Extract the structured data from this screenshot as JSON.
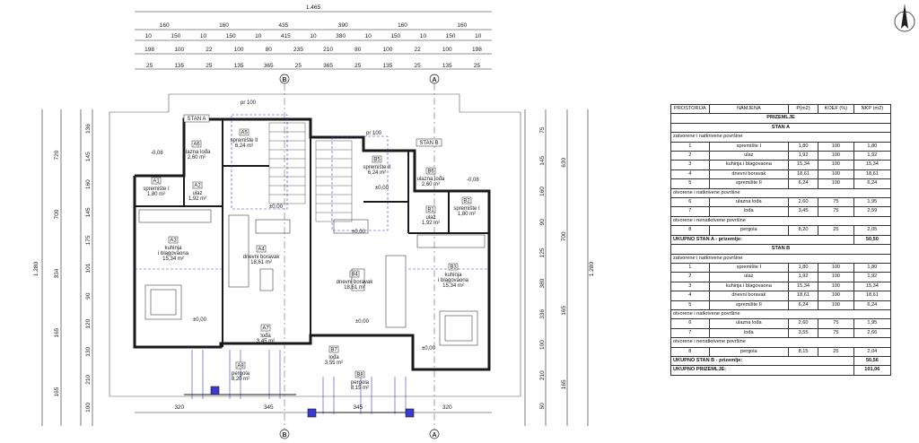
{
  "drawing": {
    "overall_width": "1.465",
    "overall_height": "1.280",
    "dim_row1": [
      "160",
      "160",
      "435",
      "390",
      "160",
      "160"
    ],
    "dim_row2": [
      "10",
      "150",
      "10",
      "150",
      "10",
      "415",
      "10",
      "380",
      "10",
      "150",
      "10",
      "150",
      "10"
    ],
    "dim_row3": [
      "198",
      "100",
      "22",
      "100",
      "80",
      "235",
      "210",
      "80",
      "100",
      "22",
      "100",
      "198"
    ],
    "dim_row4": [
      "25",
      "135",
      "25",
      "135",
      "365",
      "25",
      "365",
      "25",
      "135",
      "25",
      "135",
      "25"
    ],
    "bottom_dims": [
      "320",
      "345",
      "345",
      "320"
    ],
    "left_dims_outer": [
      "720",
      "700",
      "334",
      "165",
      "165"
    ],
    "left_dims_inner": [
      "136",
      "145",
      "160",
      "145",
      "175",
      "101",
      "90",
      "120",
      "130",
      "210",
      "100"
    ],
    "right_dims_outer": [
      "630",
      "700",
      "165",
      "165"
    ],
    "right_dims_inner": [
      "75",
      "145",
      "160",
      "90",
      "125",
      "380",
      "336",
      "100",
      "210",
      "50"
    ],
    "section_marks": [
      "B",
      "A",
      "B",
      "A"
    ],
    "stan_labels": [
      "STAN A",
      "STAN B"
    ],
    "rooms": [
      {
        "id": "A1",
        "name": "spremište I",
        "area": "1,80 m²"
      },
      {
        "id": "A2",
        "name": "ulaz",
        "area": "1,92 m²"
      },
      {
        "id": "A3",
        "name": "kuhinja i blagovaona",
        "area": "15,34 m²"
      },
      {
        "id": "A4",
        "name": "dnevni boravak",
        "area": "18,61 m²"
      },
      {
        "id": "A5",
        "name": "spremište II",
        "area": "6,24 m²"
      },
      {
        "id": "A6",
        "name": "ulazna lođa",
        "area": "2,60 m²"
      },
      {
        "id": "A7",
        "name": "lođa",
        "area": "3,45 m²"
      },
      {
        "id": "A8",
        "name": "pergola",
        "area": "8,20 m²"
      },
      {
        "id": "B1",
        "name": "ulaz",
        "area": "1,92 m²"
      },
      {
        "id": "B2",
        "name": "spremište I",
        "area": "1,80 m²"
      },
      {
        "id": "B3",
        "name": "kuhinja i blagovaona",
        "area": "15,34 m²"
      },
      {
        "id": "B4",
        "name": "dnevni boravak",
        "area": "18,61 m²"
      },
      {
        "id": "B5",
        "name": "spremište II",
        "area": "6,24 m²"
      },
      {
        "id": "B6",
        "name": "ulazna lođa",
        "area": "2,60 m²"
      },
      {
        "id": "B7",
        "name": "lođa",
        "area": "3,55 m²"
      },
      {
        "id": "B8",
        "name": "pergola",
        "area": "8,15 m²"
      }
    ],
    "levels": [
      "±0,00",
      "-0,08",
      "-0,08",
      "pr 100"
    ]
  },
  "table": {
    "headers": [
      "PROSTORIJA",
      "NAMJENA",
      "P(m2)",
      "KOEF (%)",
      "NKP (m2)"
    ],
    "floor_title": "PRIZEMLJE",
    "stan_a_title": "STAN A",
    "stan_b_title": "STAN B",
    "sub_closed": "zatvorene i natkrivene površine",
    "sub_open_covered": "otvorene i natkrivene površine",
    "sub_open_uncovered": "otvorene i nenatkrivene površine",
    "stan_a_closed": [
      [
        "1",
        "spremište I",
        "1,80",
        "100",
        "1,80"
      ],
      [
        "2",
        "ulaz",
        "1,92",
        "100",
        "1,92"
      ],
      [
        "3",
        "kuhinja i blagovaona",
        "15,34",
        "100",
        "15,34"
      ],
      [
        "4",
        "dnevni boravak",
        "18,61",
        "100",
        "18,61"
      ],
      [
        "5",
        "spremište II",
        "6,24",
        "100",
        "6,24"
      ]
    ],
    "stan_a_open": [
      [
        "6",
        "ulazna lođa",
        "2,60",
        "75",
        "1,95"
      ],
      [
        "7",
        "lođa",
        "3,45",
        "75",
        "2,59"
      ]
    ],
    "stan_a_uncovered": [
      [
        "8",
        "pergola",
        "8,20",
        "25",
        "2,05"
      ]
    ],
    "stan_a_total_label": "UKUPNO STAN A - prizemlje:",
    "stan_a_total": "50,50",
    "stan_b_closed": [
      [
        "1",
        "spremište I",
        "1,80",
        "100",
        "1,80"
      ],
      [
        "2",
        "ulaz",
        "1,92",
        "100",
        "1,92"
      ],
      [
        "3",
        "kuhinja i blagovaona",
        "15,34",
        "100",
        "15,34"
      ],
      [
        "4",
        "dnevni boravak",
        "18,61",
        "100",
        "18,61"
      ],
      [
        "5",
        "spremište II",
        "6,24",
        "100",
        "6,24"
      ]
    ],
    "stan_b_open": [
      [
        "6",
        "ulazna lođa",
        "2,60",
        "75",
        "1,95"
      ],
      [
        "7",
        "lođa",
        "3,55",
        "75",
        "2,66"
      ]
    ],
    "stan_b_uncovered": [
      [
        "8",
        "pergola",
        "8,15",
        "25",
        "2,04"
      ]
    ],
    "stan_b_total_label": "UKUPNO STAN B - prizemlje:",
    "stan_b_total": "50,56",
    "grand_total_label": "UKUPNO PRIZEMLJE:",
    "grand_total": "101,06"
  },
  "colors": {
    "wall": "#1a1a1a",
    "accent": "#3a3ad0",
    "hatch": "#888888"
  }
}
